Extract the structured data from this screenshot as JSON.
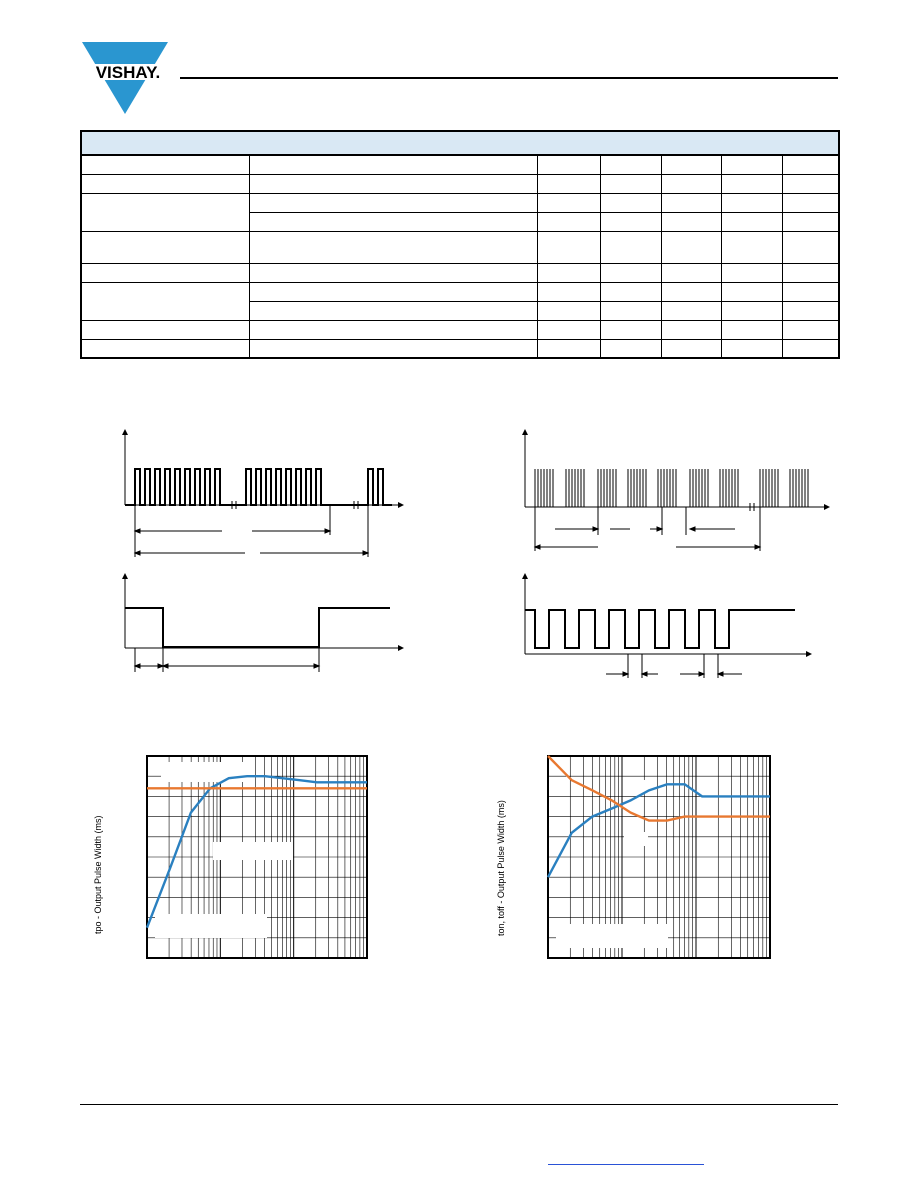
{
  "brand": {
    "logo_text": "VISHAY.",
    "logo_color": "#2a96d0"
  },
  "table": {
    "header_color": "#d9e8f4",
    "rows": [
      [
        "",
        "",
        "",
        "",
        "",
        "",
        ""
      ],
      [
        "",
        "",
        "",
        "",
        "",
        "",
        ""
      ],
      [
        "",
        "",
        "",
        "",
        "",
        "",
        ""
      ],
      [
        "",
        "",
        "",
        "",
        "",
        "",
        ""
      ],
      [
        "",
        "",
        "",
        "",
        "",
        "",
        ""
      ],
      [
        "",
        "",
        "",
        "",
        "",
        "",
        ""
      ],
      [
        "",
        "",
        "",
        "",
        "",
        "",
        ""
      ],
      [
        "",
        "",
        "",
        "",
        "",
        "",
        ""
      ],
      [
        "",
        "",
        "",
        "",
        "",
        "",
        ""
      ],
      [
        "",
        "",
        "",
        "",
        "",
        "",
        ""
      ]
    ]
  },
  "chart_data": [
    {
      "type": "line",
      "ylabel": "tpo - Output Pulse Width (ms)",
      "xscale": "log",
      "grid": true,
      "series": [
        {
          "color": "#2a80c0",
          "values": [
            0.15,
            0.45,
            0.72,
            0.84,
            0.89,
            0.9,
            0.9,
            0.89,
            0.88,
            0.87,
            0.87,
            0.87,
            0.87
          ]
        },
        {
          "color": "#e87830",
          "values": [
            0.84,
            0.84,
            0.84,
            0.84,
            0.84,
            0.84,
            0.84,
            0.84,
            0.84,
            0.84,
            0.84,
            0.84,
            0.84
          ]
        }
      ]
    },
    {
      "type": "line",
      "ylabel": "ton, toff - Output Pulse Width (ms)",
      "xscale": "log",
      "grid": true,
      "series": [
        {
          "color": "#2a80c0",
          "values": [
            0.4,
            0.62,
            0.7,
            0.74,
            0.78,
            0.83,
            0.86,
            0.86,
            0.8,
            0.8,
            0.8,
            0.8,
            0.8
          ]
        },
        {
          "color": "#e87830",
          "values": [
            1.0,
            0.88,
            0.83,
            0.78,
            0.72,
            0.68,
            0.68,
            0.7,
            0.7,
            0.7,
            0.7,
            0.7,
            0.7
          ]
        }
      ]
    }
  ]
}
